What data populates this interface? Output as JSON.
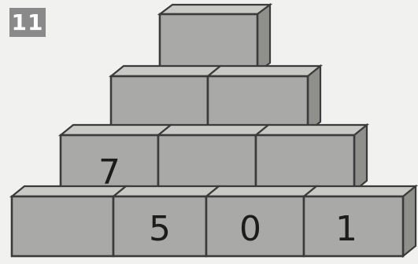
{
  "exercise_number": "11",
  "pyramid": {
    "rows": [
      [
        ""
      ],
      [
        "",
        ""
      ],
      [
        "7",
        "",
        ""
      ],
      [
        "",
        "5",
        "0",
        "1"
      ]
    ]
  },
  "colors": {
    "background": "#f1f1ef",
    "badge": "#8a8a8a",
    "brick_front": "#a9a9a7",
    "brick_top": "#c9c9c6",
    "brick_side": "#8f8f8c",
    "outline": "#3b3b3b",
    "number": "#1c1c1c"
  }
}
